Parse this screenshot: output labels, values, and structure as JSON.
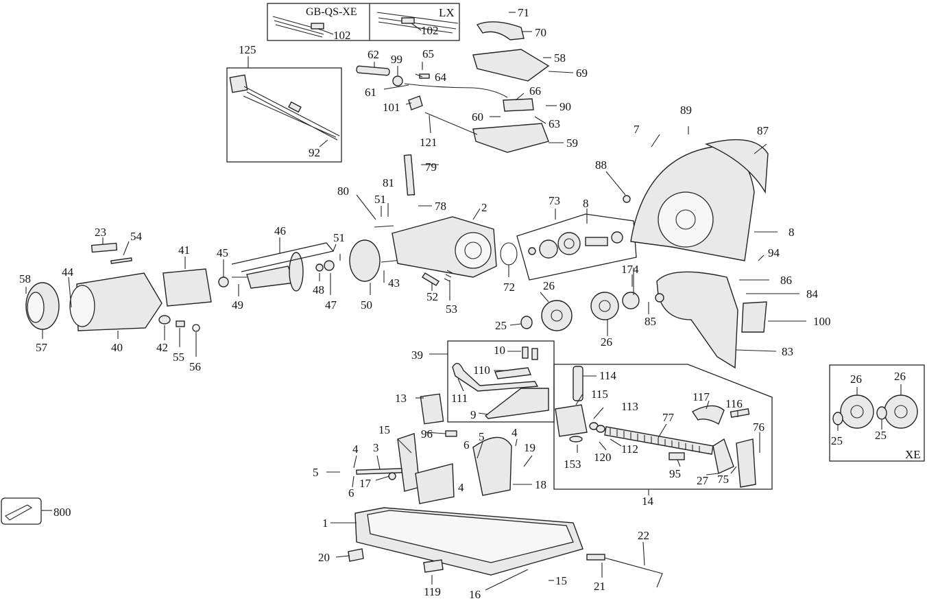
{
  "boxes": {
    "variant_left": "GB-QS-XE",
    "variant_right": "LX",
    "xe": "XE"
  },
  "labels": {
    "l1": "1",
    "l2": "2",
    "l3": "3",
    "l4a": "4",
    "l4b": "4",
    "l4c": "4",
    "l5a": "5",
    "l5b": "5",
    "l6a": "6",
    "l6b": "6",
    "l7": "7",
    "l8a": "8",
    "l8b": "8",
    "l9": "9",
    "l10": "10",
    "l13": "13",
    "l14": "14",
    "l15a": "15",
    "l15b": "15",
    "l16": "16",
    "l17": "17",
    "l18": "18",
    "l19": "19",
    "l20": "20",
    "l21": "21",
    "l22": "22",
    "l23": "23",
    "l25a": "25",
    "l25b": "25",
    "l25c": "25",
    "l26a": "26",
    "l26b": "26",
    "l26c": "26",
    "l26d": "26",
    "l27": "27",
    "l39": "39",
    "l40": "40",
    "l41": "41",
    "l42": "42",
    "l43": "43",
    "l44": "44",
    "l45": "45",
    "l46": "46",
    "l47": "47",
    "l48": "48",
    "l49": "49",
    "l50": "50",
    "l51a": "51",
    "l51b": "51",
    "l52": "52",
    "l53": "53",
    "l54": "54",
    "l55": "55",
    "l56": "56",
    "l57": "57",
    "l58a": "58",
    "l58b": "58",
    "l59": "59",
    "l60": "60",
    "l61": "61",
    "l62": "62",
    "l63": "63",
    "l64": "64",
    "l65": "65",
    "l66": "66",
    "l69": "69",
    "l70": "70",
    "l71": "71",
    "l72": "72",
    "l73": "73",
    "l75": "75",
    "l76": "76",
    "l77": "77",
    "l78": "78",
    "l79": "79",
    "l80": "80",
    "l81": "81",
    "l83": "83",
    "l84": "84",
    "l85": "85",
    "l86": "86",
    "l87": "87",
    "l88": "88",
    "l89": "89",
    "l90": "90",
    "l92": "92",
    "l94": "94",
    "l95": "95",
    "l96": "96",
    "l99": "99",
    "l100": "100",
    "l101": "101",
    "l102a": "102",
    "l102b": "102",
    "l110": "110",
    "l111": "111",
    "l112": "112",
    "l113": "113",
    "l114": "114",
    "l115": "115",
    "l116": "116",
    "l117": "117",
    "l119": "119",
    "l120": "120",
    "l121": "121",
    "l125": "125",
    "l153": "153",
    "l174": "174",
    "l800": "800"
  }
}
